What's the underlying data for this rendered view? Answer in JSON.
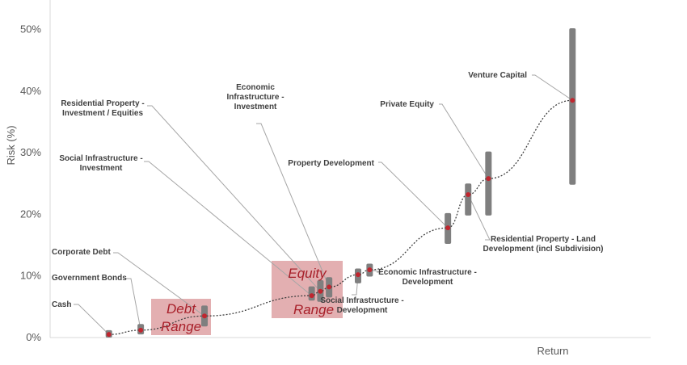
{
  "chart_data": {
    "type": "scatter",
    "title": "",
    "xlabel": "Return",
    "ylabel": "Risk (%)",
    "ylim": [
      0,
      55
    ],
    "y_ticks": [
      "0%",
      "10%",
      "20%",
      "30%",
      "40%",
      "50%"
    ],
    "grid": false,
    "colors": {
      "range_bar": "#7f7f7f",
      "point": "#c0262f",
      "curve": "#404040",
      "region": "#d99497",
      "region_text": "#a8202a",
      "leader": "#a6a6a6"
    },
    "assets": [
      {
        "name": "Cash",
        "x": 1.0,
        "risk": 0.5,
        "risk_low": 0.0,
        "risk_high": 1.2
      },
      {
        "name": "Government Bonds",
        "x": 1.55,
        "risk": 1.2,
        "risk_low": 0.5,
        "risk_high": 2.2
      },
      {
        "name": "Corporate Debt",
        "x": 2.65,
        "risk": 3.5,
        "risk_low": 1.8,
        "risk_high": 5.2
      },
      {
        "name": "Social Infrastructure - Investment",
        "x": 4.5,
        "risk": 6.8,
        "risk_low": 6.0,
        "risk_high": 8.3
      },
      {
        "name": "Residential Property - Investment / Equities",
        "x": 4.65,
        "risk": 7.5,
        "risk_low": 5.8,
        "risk_high": 9.3
      },
      {
        "name": "Economic Infrastructure - Investment",
        "x": 4.8,
        "risk": 8.2,
        "risk_low": 6.5,
        "risk_high": 9.8
      },
      {
        "name": "Social Infrastructure - Development",
        "x": 5.3,
        "risk": 10.2,
        "risk_low": 8.8,
        "risk_high": 11.2
      },
      {
        "name": "Economic Infrastructure - Development",
        "x": 5.5,
        "risk": 11.0,
        "risk_low": 9.9,
        "risk_high": 12.0
      },
      {
        "name": "Property Development",
        "x": 6.85,
        "risk": 17.8,
        "risk_low": 15.2,
        "risk_high": 20.2
      },
      {
        "name": "Residential Property - Land Development (incl Subdivision)",
        "x": 7.2,
        "risk": 23.2,
        "risk_low": 19.8,
        "risk_high": 25.0
      },
      {
        "name": "Private Equity",
        "x": 7.55,
        "risk": 25.8,
        "risk_low": 19.8,
        "risk_high": 30.2
      },
      {
        "name": "Venture Capital",
        "x": 9.0,
        "risk": 38.5,
        "risk_low": 24.8,
        "risk_high": 50.2
      }
    ],
    "regions": [
      {
        "line1": "Debt",
        "line2": "Range"
      },
      {
        "line1": "Equity",
        "line2": "Range"
      }
    ],
    "callouts": [
      {
        "asset": "Cash",
        "lines": [
          "Cash"
        ]
      },
      {
        "asset": "Government Bonds",
        "lines": [
          "Government Bonds"
        ]
      },
      {
        "asset": "Corporate Debt",
        "lines": [
          "Corporate Debt"
        ]
      },
      {
        "asset": "Social Infrastructure - Investment",
        "lines": [
          "Social Infrastructure -",
          "Investment"
        ]
      },
      {
        "asset": "Residential Property - Investment / Equities",
        "lines": [
          "Residential Property -",
          "Investment / Equities"
        ]
      },
      {
        "asset": "Economic Infrastructure - Investment",
        "lines": [
          "Economic",
          "Infrastructure -",
          "Investment"
        ]
      },
      {
        "asset": "Social Infrastructure - Development",
        "lines": [
          "Social Infrastructure -",
          "Development"
        ]
      },
      {
        "asset": "Economic Infrastructure - Development",
        "lines": [
          "Economic Infrastructure -",
          "Development"
        ]
      },
      {
        "asset": "Property Development",
        "lines": [
          "Property Development"
        ]
      },
      {
        "asset": "Residential Property - Land Development (incl Subdivision)",
        "lines": [
          "Residential Property - Land",
          "Development (incl Subdivision)"
        ]
      },
      {
        "asset": "Private Equity",
        "lines": [
          "Private Equity"
        ]
      },
      {
        "asset": "Venture Capital",
        "lines": [
          "Venture Capital"
        ]
      }
    ]
  }
}
